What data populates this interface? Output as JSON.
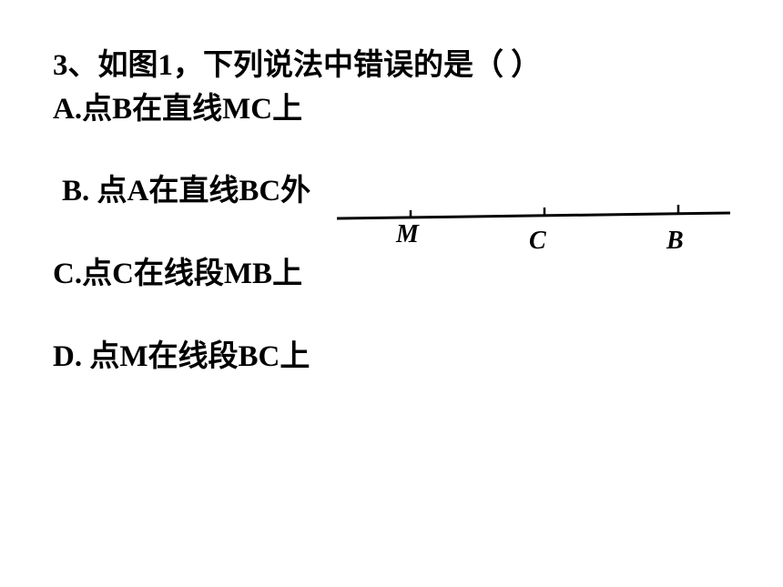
{
  "question": {
    "title": "3、如图1，下列说法中错误的是（    ）",
    "options": [
      {
        "text": "A.点B在直线MC上"
      },
      {
        "text": " B. 点A在直线BC外"
      },
      {
        "text": "C.点C在线段MB上"
      },
      {
        "text": "D. 点M在线段BC上"
      }
    ]
  },
  "figure": {
    "points": [
      "M",
      "C",
      "B"
    ]
  }
}
